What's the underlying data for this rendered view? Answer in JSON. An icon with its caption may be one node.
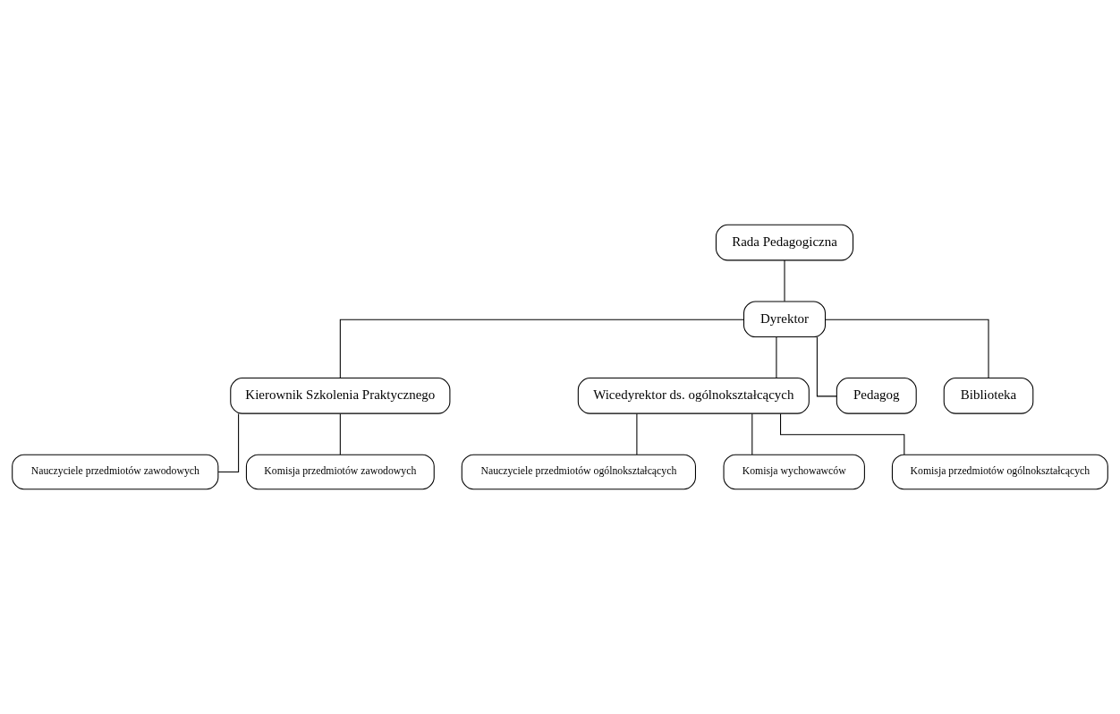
{
  "diagram": {
    "nodes": [
      {
        "text": [
          "Rada Pedagogiczna"
        ]
      },
      {
        "text": [
          "Dyrektor"
        ]
      },
      {
        "text": [
          "Kierownik Szkolenia Praktycznego"
        ]
      },
      {
        "text": [
          "Wicedyrektor ds. ogólnokształcących"
        ]
      },
      {
        "text": [
          "Pedagog"
        ]
      },
      {
        "text": [
          "Biblioteka"
        ]
      },
      {
        "text": [
          "Nauczyciele przedmiotów zawodowych"
        ]
      },
      {
        "text": [
          "Komisja przedmiotów zawodowych"
        ]
      },
      {
        "text": [
          "Nauczyciele przedmiotów ogólnokształcących"
        ]
      },
      {
        "text": [
          "Komisja wychowawców"
        ]
      },
      {
        "text": [
          "Komisja przedmiotów ogólnokształcących"
        ]
      }
    ],
    "edges": [
      {
        "from": 0,
        "to": 1,
        "arrow": "none"
      },
      {
        "from": 1,
        "to": 2,
        "arrow": "none"
      },
      {
        "from": 1,
        "to": 3,
        "arrow": "none"
      },
      {
        "from": 1,
        "to": 4,
        "arrow": "none"
      },
      {
        "from": 1,
        "to": 5,
        "arrow": "none"
      },
      {
        "from": 2,
        "to": 6,
        "arrow": "none"
      },
      {
        "from": 2,
        "to": 7,
        "arrow": "none"
      },
      {
        "from": 3,
        "to": 8,
        "arrow": "none"
      },
      {
        "from": 3,
        "to": 9,
        "arrow": "none"
      },
      {
        "from": 3,
        "to": 10,
        "arrow": "none"
      }
    ]
  }
}
